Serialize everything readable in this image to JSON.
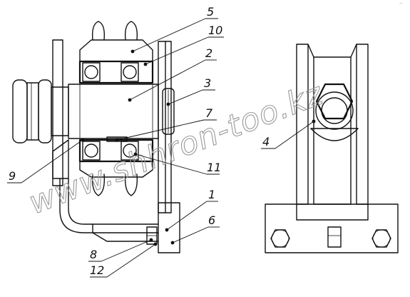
{
  "watermark": "www.shhron-too.kz",
  "corner_mark": "ᐩ⁻",
  "callouts": [
    {
      "id": "5",
      "label": "5"
    },
    {
      "id": "10",
      "label": "10"
    },
    {
      "id": "2",
      "label": "2"
    },
    {
      "id": "3",
      "label": "3"
    },
    {
      "id": "7",
      "label": "7"
    },
    {
      "id": "9",
      "label": "9"
    },
    {
      "id": "11",
      "label": "11"
    },
    {
      "id": "1",
      "label": "1"
    },
    {
      "id": "6",
      "label": "6"
    },
    {
      "id": "8",
      "label": "8"
    },
    {
      "id": "12",
      "label": "12"
    },
    {
      "id": "4",
      "label": "4"
    }
  ],
  "colors": {
    "line": "#111111",
    "watermark": "#9a9a9a",
    "background": "#ffffff"
  }
}
